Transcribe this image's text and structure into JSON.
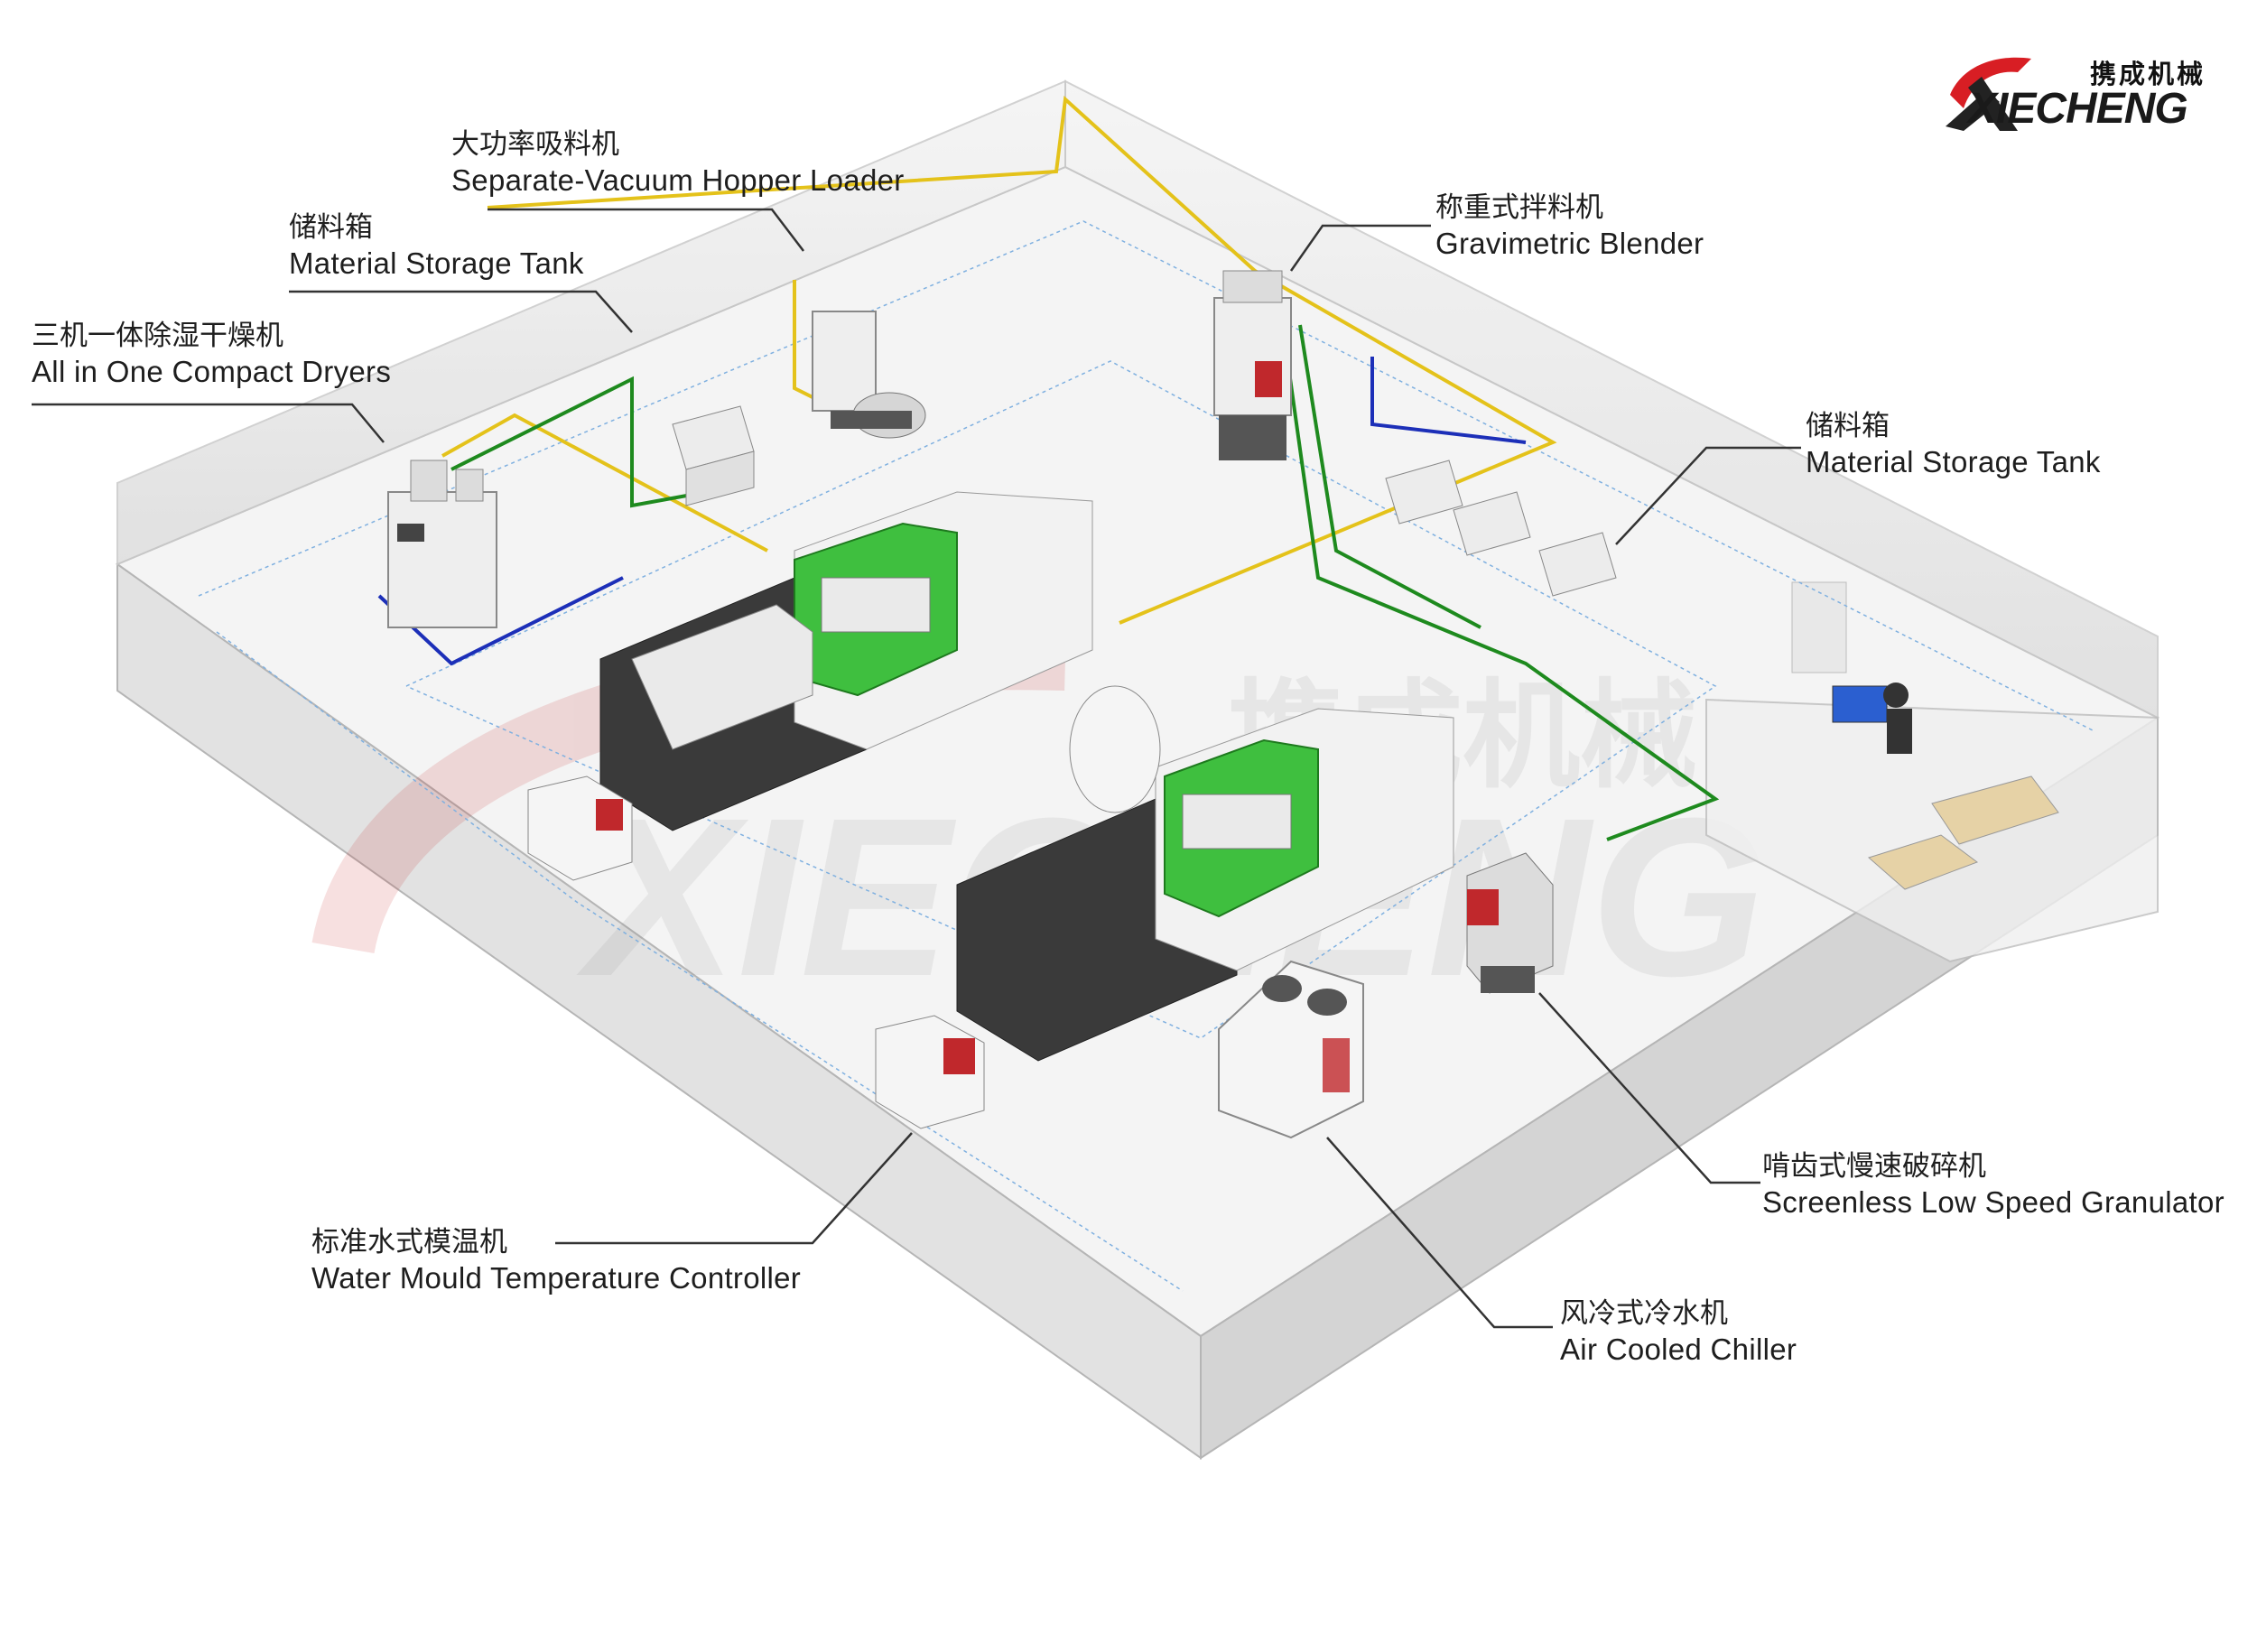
{
  "logo": {
    "cn": "携成机械",
    "en": "XIECHENG",
    "accent_color": "#d81e24"
  },
  "watermark": {
    "cn": "携成机械",
    "en": "XIECHENG"
  },
  "colors": {
    "pipe_yellow": "#e4c21a",
    "pipe_green": "#1e8a1e",
    "pipe_blue": "#1c2fb8",
    "machine_green": "#3fbf3f",
    "machine_dark": "#3a3a3a",
    "floor": "#f3f3f3",
    "wall": "#e6e6e6"
  },
  "labels": [
    {
      "id": "hopper-loader",
      "zh": "大功率吸料机",
      "en": "Separate-Vacuum Hopper Loader"
    },
    {
      "id": "storage-tank-left",
      "zh": "储料箱",
      "en": "Material Storage Tank"
    },
    {
      "id": "compact-dryers",
      "zh": "三机一体除湿干燥机",
      "en": "All in One Compact Dryers"
    },
    {
      "id": "gravimetric-blender",
      "zh": "称重式拌料机",
      "en": "Gravimetric Blender"
    },
    {
      "id": "storage-tank-right",
      "zh": "储料箱",
      "en": "Material Storage Tank"
    },
    {
      "id": "granulator",
      "zh": "啃齿式慢速破碎机",
      "en": "Screenless Low Speed Granulator"
    },
    {
      "id": "mould-temp-controller",
      "zh": "标准水式模温机",
      "en": "Water Mould Temperature Controller"
    },
    {
      "id": "air-chiller",
      "zh": "风冷式冷水机",
      "en": "Air Cooled Chiller"
    }
  ]
}
